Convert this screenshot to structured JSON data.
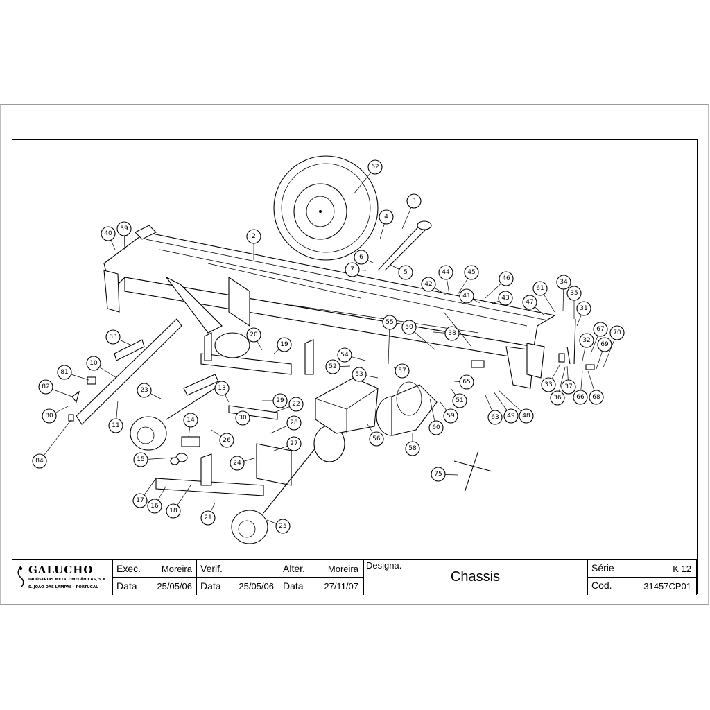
{
  "callouts": [
    "62",
    "3",
    "4",
    "6",
    "7",
    "5",
    "40",
    "39",
    "2",
    "44",
    "45",
    "42",
    "41",
    "46",
    "43",
    "34",
    "35",
    "61",
    "47",
    "31",
    "67",
    "70",
    "32",
    "69",
    "55",
    "50",
    "38",
    "54",
    "57",
    "52",
    "53",
    "20",
    "19",
    "83",
    "10",
    "81",
    "82",
    "80",
    "84",
    "23",
    "13",
    "29",
    "22",
    "30",
    "11",
    "14",
    "28",
    "27",
    "24",
    "26",
    "15",
    "17",
    "16",
    "18",
    "21",
    "25",
    "65",
    "51",
    "59",
    "60",
    "63",
    "49",
    "48",
    "33",
    "37",
    "36",
    "66",
    "68",
    "56",
    "58",
    "75"
  ],
  "title_block": {
    "company": "GALUCHO",
    "company_line1": "INDÚSTRIAS METALOMECÂNICAS, S.A.",
    "company_line2": "S. JOÃO DAS LAMPAS - PORTUGAL",
    "exec_label": "Exec.",
    "exec_value": "Moreira",
    "exec_date_label": "Data",
    "exec_date": "25/05/06",
    "verif_label": "Verif.",
    "verif_value": "",
    "verif_date_label": "Data",
    "verif_date": "25/05/06",
    "alter_label": "Alter.",
    "alter_value": "Moreira",
    "alter_date_label": "Data",
    "alter_date": "27/11/07",
    "designation_label": "Designa.",
    "designation_value": "Chassis",
    "serie_label": "Série",
    "serie_value": "K 12",
    "cod_label": "Cod.",
    "cod_value": "31457CP01"
  },
  "colors": {
    "ink": "#000000",
    "paper": "#ffffff"
  }
}
